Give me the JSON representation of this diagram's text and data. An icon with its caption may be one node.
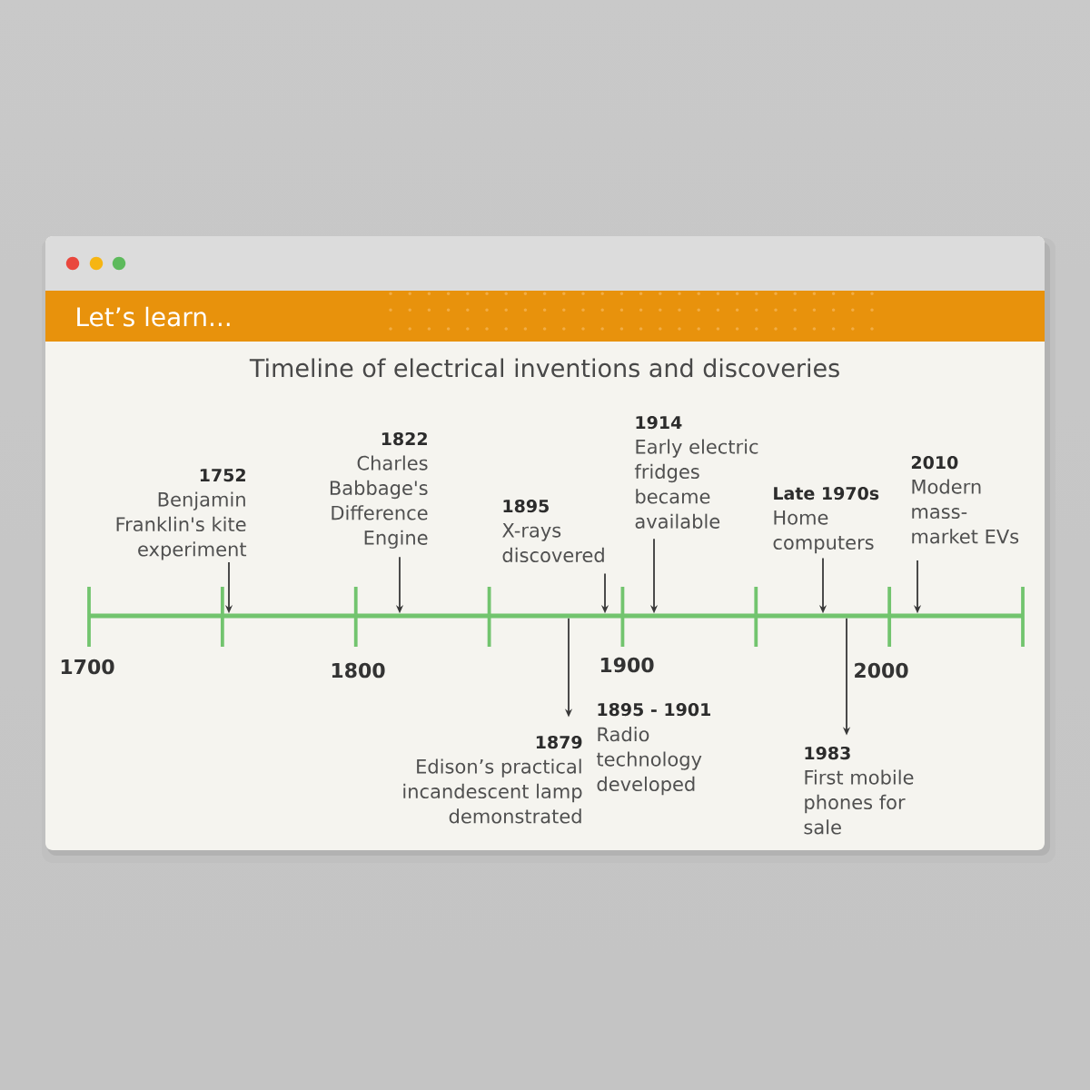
{
  "diagram": {
    "title": "Timeline of electrical inventions and discoveries",
    "nodes": [
      {
        "text": [
          "1752",
          "Benjamin Franklin's kite experiment"
        ]
      },
      {
        "text": [
          "1822",
          "Charles Babbage's Difference Engine"
        ]
      },
      {
        "text": [
          "1895",
          "X-rays discovered"
        ]
      },
      {
        "text": [
          "1914",
          "Early electric fridges became available"
        ]
      },
      {
        "text": [
          "Late 1970s",
          "Home computers"
        ]
      },
      {
        "text": [
          "2010",
          "Modern mass-market EVs"
        ]
      },
      {
        "text": [],
        "shape": "line",
        "beside": [
          "1700",
          "1800",
          "1900",
          "2000"
        ]
      },
      {
        "text": [
          "1879",
          "Edison’s practical incandescent lamp demonstrated"
        ]
      },
      {
        "text": [
          "1983",
          "First mobile phones for sale"
        ]
      }
    ],
    "edges": [
      {
        "from": 0,
        "to": 6,
        "arrow": "to"
      },
      {
        "from": 1,
        "to": 6,
        "arrow": "to"
      },
      {
        "from": 2,
        "to": 6,
        "arrow": "to"
      },
      {
        "from": 3,
        "to": 6,
        "arrow": "to"
      },
      {
        "from": 4,
        "to": 6,
        "arrow": "to"
      },
      {
        "from": 5,
        "to": 6,
        "arrow": "to"
      },
      {
        "from": 6,
        "to": 7,
        "arrow": "to"
      },
      {
        "from": 6,
        "to": 8,
        "arrow": "to"
      }
    ],
    "labels": [
      "Let’s learn...",
      "1895 - 1901",
      "Radio technology developed"
    ]
  }
}
